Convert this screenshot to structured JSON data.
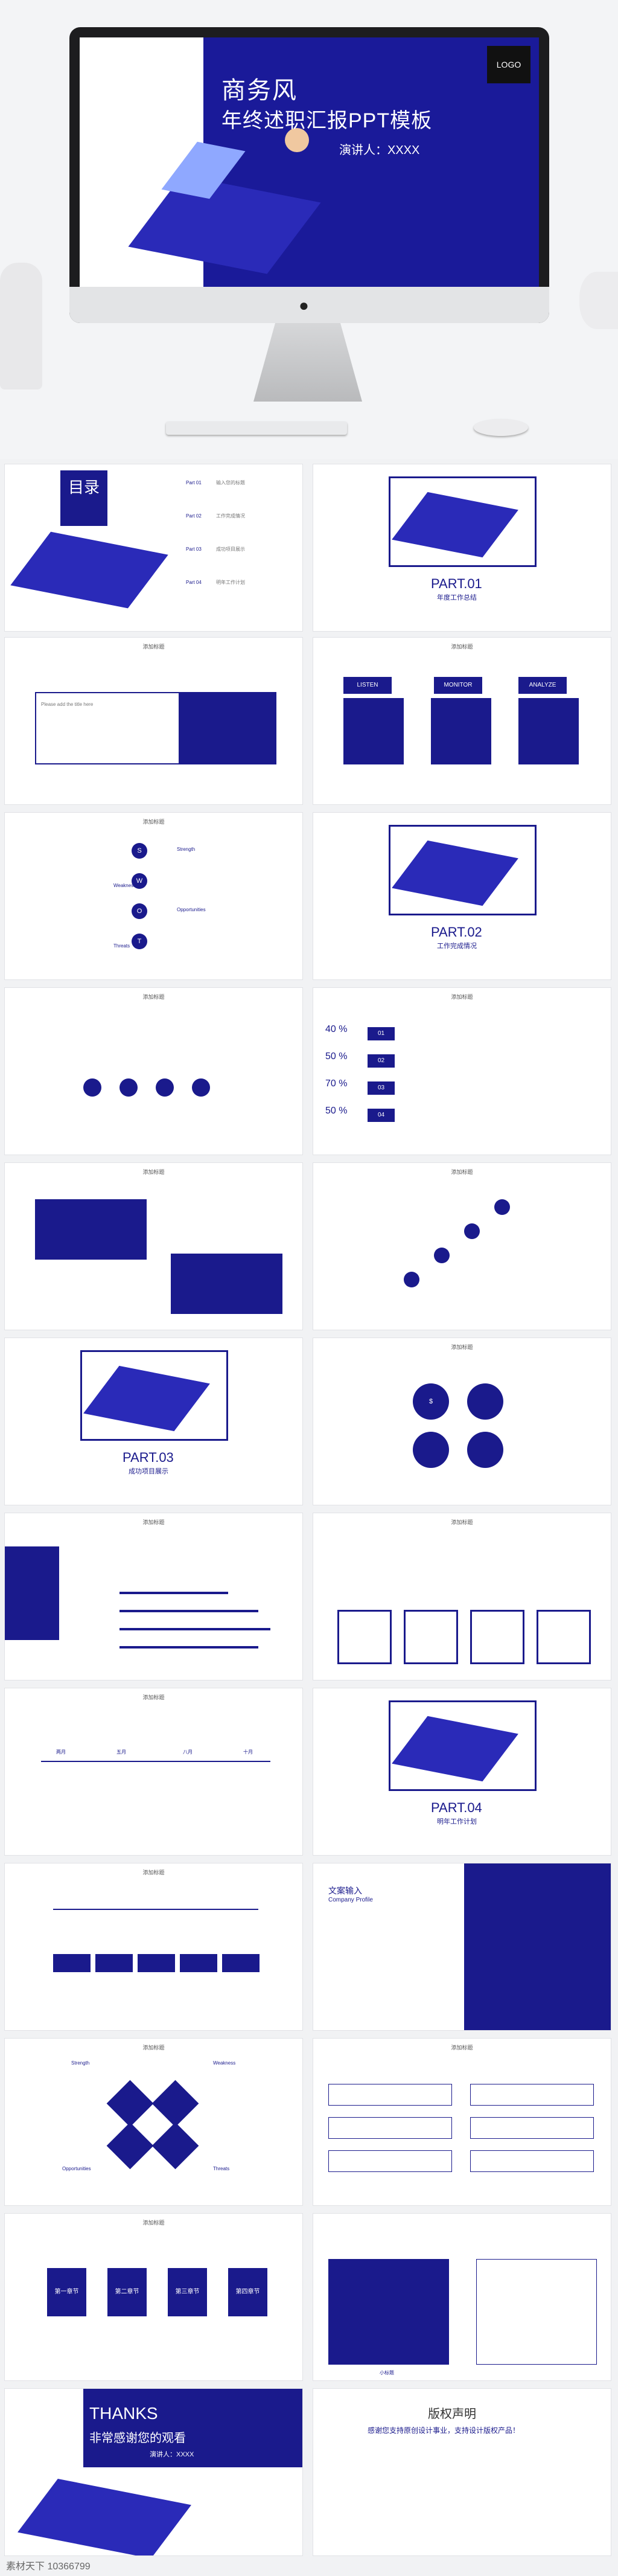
{
  "hero": {
    "title": "商务风",
    "subtitle": "年终述职汇报PPT模板",
    "speaker": "演讲人：XXXX",
    "logo": "LOGO"
  },
  "colors": {
    "brand": "#1a1a8c",
    "accent": "#2a2ab8"
  },
  "toc": {
    "title": "目录",
    "parts": [
      "Part 01",
      "Part 02",
      "Part 03",
      "Part 04"
    ],
    "items": [
      "输入您的标题",
      "工作完成情况",
      "成功项目展示",
      "明年工作计划"
    ]
  },
  "common": {
    "heading": "添加标题",
    "placeholder": "Please add the title here"
  },
  "parts": [
    {
      "label": "PART.01",
      "name": "年度工作总结"
    },
    {
      "label": "PART.02",
      "name": "工作完成情况"
    },
    {
      "label": "PART.03",
      "name": "成功项目展示"
    },
    {
      "label": "PART.04",
      "name": "明年工作计划"
    }
  ],
  "tabs": [
    "LISTEN",
    "MONITOR",
    "ANALYZE"
  ],
  "swot": [
    "Strength",
    "Weakness",
    "Opportunities",
    "Threats"
  ],
  "swot_letters": [
    "S",
    "W",
    "O",
    "T"
  ],
  "percent": [
    "40 %",
    "50 %",
    "70 %",
    "50 %"
  ],
  "nums": [
    "01",
    "02",
    "03",
    "04"
  ],
  "months": [
    "两月",
    "五月",
    "八月",
    "十月"
  ],
  "profile": {
    "title": "文案输入",
    "sub": "Company Profile"
  },
  "chapters": [
    "第一章节",
    "第二章节",
    "第三章节",
    "第四章节"
  ],
  "thanks": {
    "title": "THANKS",
    "sub": "非常感谢您的观看",
    "speaker": "演讲人：XXXX"
  },
  "copyright": {
    "title": "版权声明",
    "line": "感谢您支持原创设计事业，支持设计版权产品！"
  },
  "caption": "小标题",
  "watermark": "素材天下 10366799"
}
